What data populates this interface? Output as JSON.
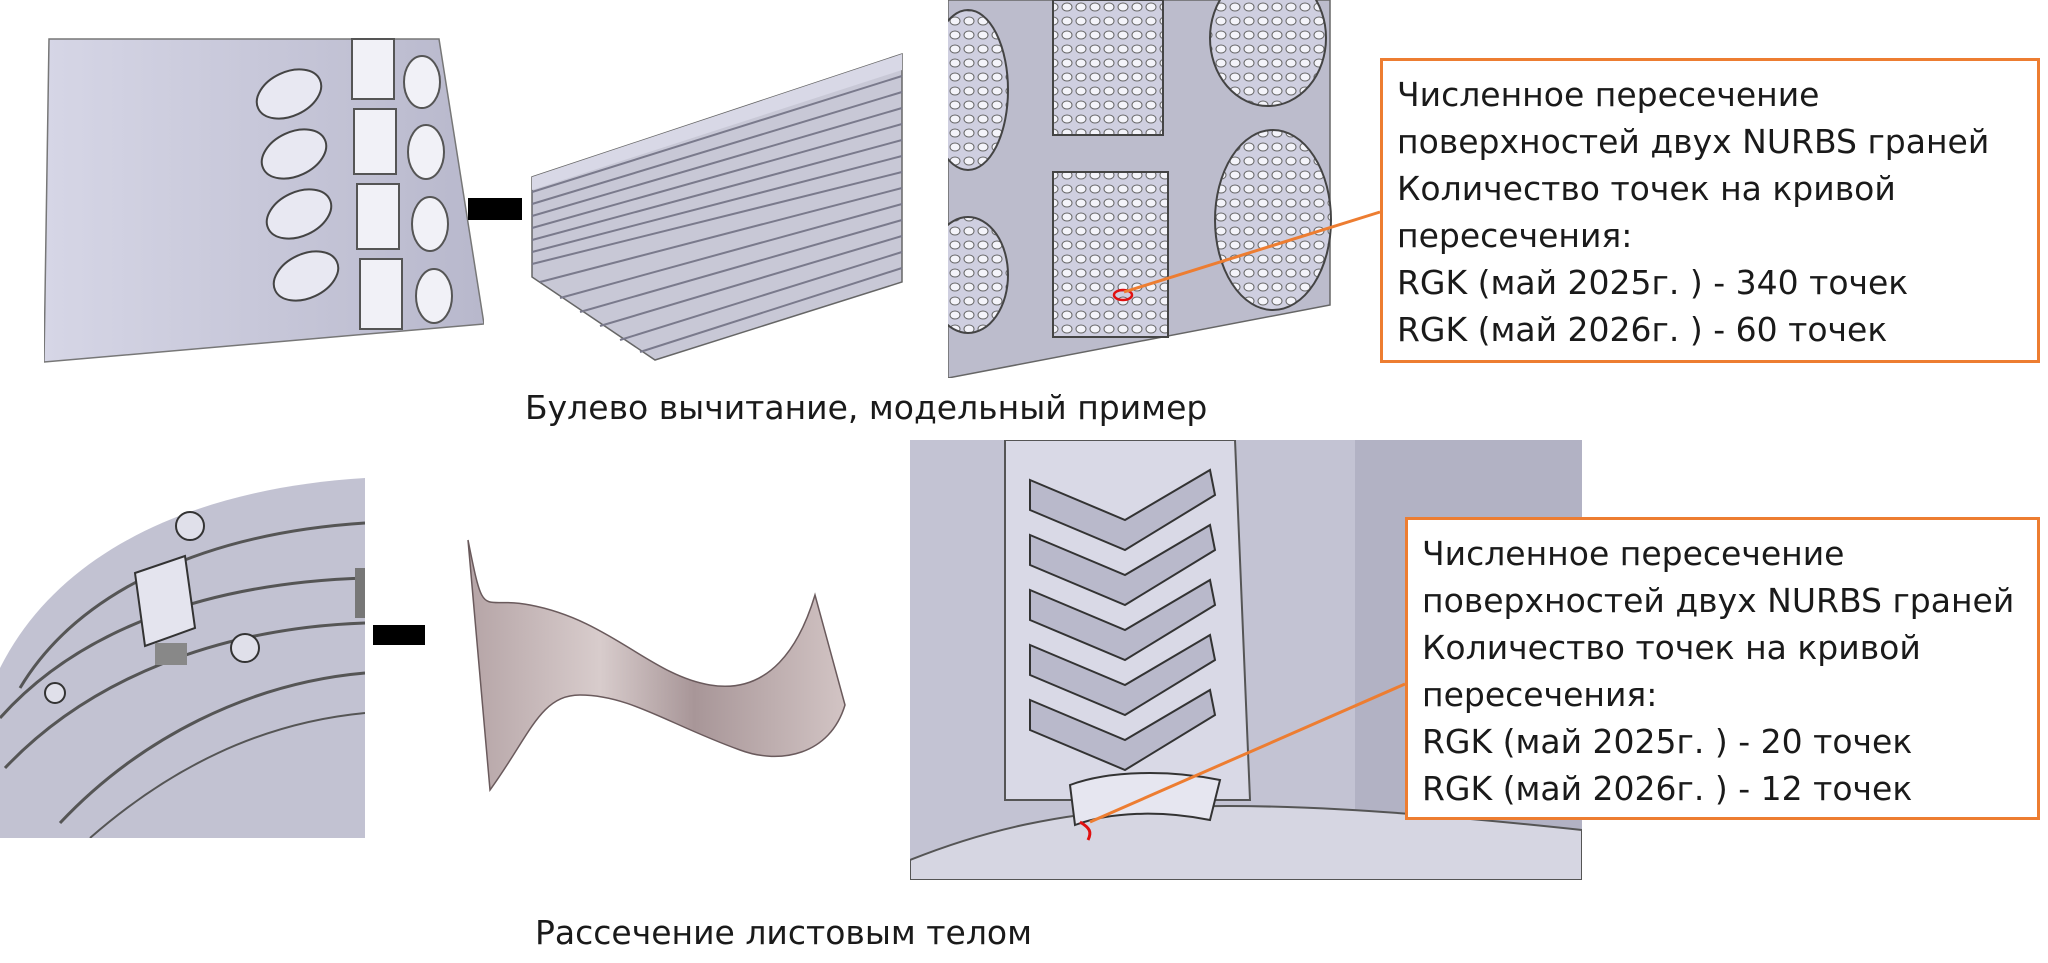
{
  "colors": {
    "callout_border": "#ed7d31",
    "model_gray": "#c4c4d4",
    "sheet_body": "#c9b8b8",
    "intersection_red": "#e01010"
  },
  "top": {
    "caption": "Булево вычитание, модельный пример",
    "operator": "minus",
    "callout": {
      "lines": [
        "Численное пересечение",
        "поверхностей двух NURBS граней",
        "Количество точек на  кривой",
        "пересечения:",
        "RGK (май 2025г. ) - 340 точек",
        "RGK (май 2026г. ) - 60 точек"
      ]
    }
  },
  "bottom": {
    "caption": "Рассечение листовым телом",
    "operator": "minus",
    "callout": {
      "lines": [
        "Численное пересечение",
        "поверхностей  двух NURBS граней",
        "Количество точек на  кривой",
        "пересечения:",
        "RGK (май 2025г. ) - 20 точек",
        "RGK (май 2026г. ) - 12 точек"
      ]
    }
  }
}
